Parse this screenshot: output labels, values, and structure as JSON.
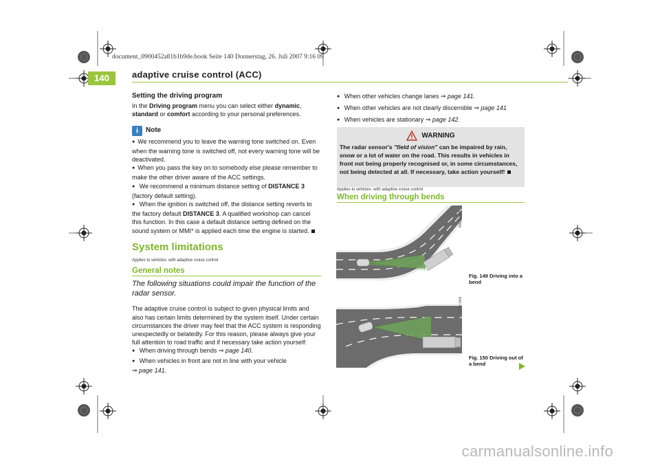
{
  "file_stamp": "document_0900452a81b1b9de.book  Seite 140  Donnerstag, 26. Juli 2007  9:16 09",
  "page_number": "140",
  "running_title": "adaptive cruise control (ACC)",
  "left": {
    "setting_heading": "Setting the driving program",
    "setting_text": {
      "p1": "In the ",
      "b1": "Driving program",
      "p2": " menu you can select either ",
      "b2": "dynamic",
      "p3": ",",
      "b3": "standard",
      "p4": " or ",
      "b4": "comfort",
      "p5": " according to your personal preferences."
    },
    "note_icon": "i",
    "note_label": "Note",
    "notes": [
      "We recommend you to leave the warning tone switched on. Even when the warning tone is switched off, not every warning tone will be deactivated.",
      "When you pass the key on to somebody else please remember to make the other driver aware of the ACC settings."
    ],
    "note3": {
      "a": "We recommend a minimum distance setting of ",
      "b": "DISTANCE 3",
      "c": "(factory default setting)."
    },
    "note4": {
      "a": "When the ignition is switched off, the distance setting reverts to the factory default ",
      "b": "DISTANCE 3",
      "c": ". A qualified workshop can cancel this function. In this case a default distance setting defined on the sound system or MMI* is applied each time the engine is started."
    },
    "section_heading": "System limitations",
    "applies": "Applies to vehicles: with adaptive cruise control",
    "subsection_heading": "General notes",
    "intro": "The following situations could impair the function of the radar sensor.",
    "body": "The adaptive cruise control is subject to given physical limits and also has certain limits determined by the system itself. Under certain circumstances the driver may feel that the ACC system is responding unexpectedly or belatedly. For this reason, please always give your full attention to road traffic and if necessary take action yourself:",
    "bullets": [
      {
        "text": "When driving through bends ",
        "ref": "⇒ page 140."
      },
      {
        "text": "When vehicles in front are not in line with your vehicle",
        "ref": "⇒ page 141."
      }
    ]
  },
  "right": {
    "bullets": [
      {
        "text": "When other vehicles change lanes ",
        "ref": "⇒ page 141."
      },
      {
        "text": "When other vehicles are not clearly discernible ",
        "ref": "⇒ page 141"
      },
      {
        "text": "When vehicles are stationary ",
        "ref": "⇒ page 142."
      }
    ],
    "warning_label": "WARNING",
    "warning": {
      "a": "The radar sensor's ",
      "em": "\"field of vision\"",
      "b": " can be impaired by rain, snow or a lot of water on the road. This results in vehicles in front not being properly recognised or, in some circumstances, not being detected at all. If necessary, take action yourself!"
    },
    "applies": "Applies to vehicles: with adaptive cruise control",
    "heading": "When driving through bends",
    "fig1_code": "B4F-0089",
    "fig1_caption": "Fig. 149  Driving into a bend",
    "fig2_code": "B4F-0157",
    "fig2_caption": "Fig. 150  Driving out of a bend"
  },
  "watermark": "carmanualsonline.info",
  "colors": {
    "accent": "#9bc53d",
    "note_icon": "#3a7fc0",
    "warning_bg": "#e3e3e3"
  }
}
